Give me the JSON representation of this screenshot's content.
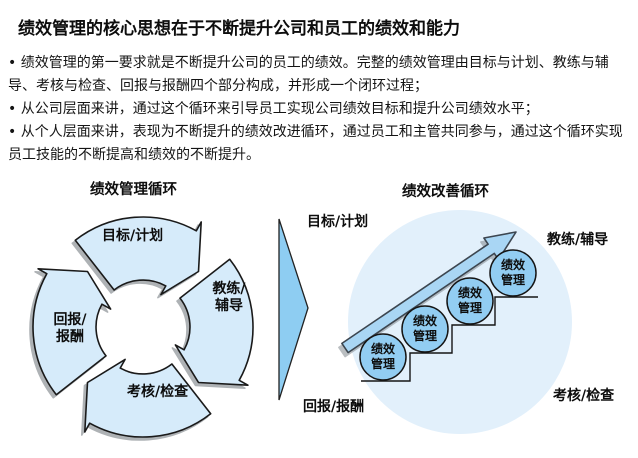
{
  "slide": {
    "title": "绩效管理的核心思想在于不断提升公司和员工的绩效和能力",
    "bullet_char": "•",
    "bullets": [
      "绩效管理的第一要求就是不断提升公司的员工的绩效。完整的绩效管理由目标与计划、教练与辅导、考核与检查、回报与报酬四个部分构成，并形成一个闭环过程；",
      "从公司层面来讲，通过这个循环来引导员工实现公司绩效目标和提升公司绩效水平；",
      "从个人层面来讲，表现为不断提升的绩效改进循环，通过员工和主管共同参与，通过这个循环实现员工技能的不断提高和绩效的不断提升。"
    ]
  },
  "left_diagram": {
    "title": "绩效管理循环",
    "stage_top": "目标/计划",
    "stage_right": "教练/\n辅导",
    "stage_bottom": "考核/检查",
    "stage_left": "回报/\n报酬"
  },
  "right_diagram": {
    "title": "绩效改善循环",
    "corner_top_left": "目标/计划",
    "corner_top_right": "教练/辅导",
    "corner_bottom_right": "考核/检查",
    "corner_bottom_left": "回报/报酬",
    "step_circles": [
      "绩效\n管理",
      "绩效\n管理",
      "绩效\n管理",
      "绩效\n管理"
    ]
  },
  "colors": {
    "cycle_arrow_fill": "#D6EBFA",
    "transition_triangle_fill": "#8ECDF2",
    "ascending_arrow_fill": "#A9D6F4",
    "step_circle_fill": "#92CDF2",
    "background_circle_fill": "#E2F0FB",
    "text": "#111111"
  }
}
